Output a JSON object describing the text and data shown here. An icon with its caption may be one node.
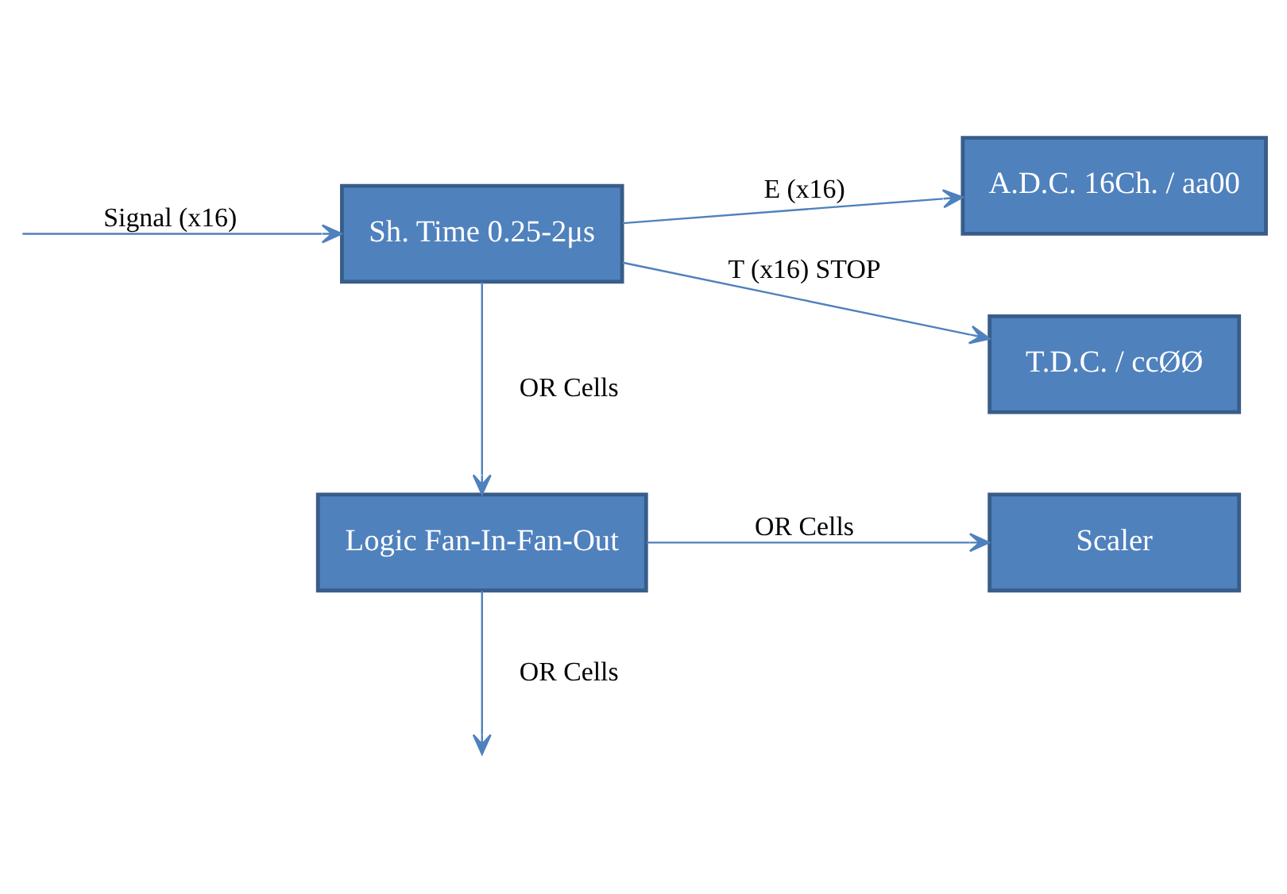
{
  "diagram": {
    "nodes": [
      {
        "text": [
          "Sh. Time 0.25-2μs"
        ]
      },
      {
        "text": [
          "A.D.C. 16Ch. / aa00"
        ]
      },
      {
        "text": [
          "T.D.C. / ccØØ"
        ]
      },
      {
        "text": [
          "Logic Fan-In-Fan-Out"
        ]
      },
      {
        "text": [
          "Scaler"
        ]
      }
    ],
    "edges": [
      {
        "from": null,
        "to": 0,
        "arrow": "to",
        "label": "Signal (x16)"
      },
      {
        "from": 0,
        "to": 1,
        "arrow": "to",
        "label": "E (x16)"
      },
      {
        "from": 0,
        "to": 2,
        "arrow": "to",
        "label": "T (x16) STOP"
      },
      {
        "from": 0,
        "to": 3,
        "arrow": "to",
        "label": "OR Cells"
      },
      {
        "from": 3,
        "to": 4,
        "arrow": "to",
        "label": "OR Cells"
      },
      {
        "from": 3,
        "to": null,
        "arrow": "to",
        "label": "OR Cells"
      }
    ]
  }
}
